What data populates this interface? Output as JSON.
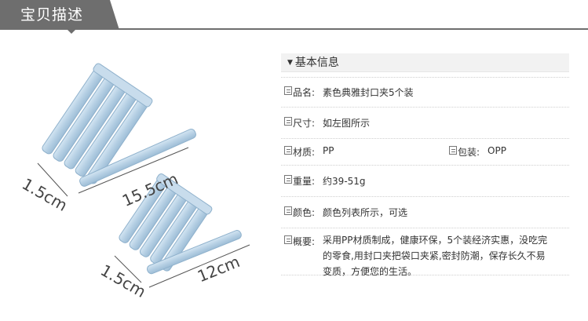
{
  "header": {
    "title": "宝贝描述"
  },
  "figure": {
    "large_clip": {
      "width_label": "1.5cm",
      "length_label": "15.5cm"
    },
    "small_clip": {
      "width_label": "1.5cm",
      "length_label": "12cm"
    }
  },
  "spec": {
    "title": "基本信息",
    "rows": {
      "name": {
        "key": "品名:",
        "value": "素色典雅封口夹5个装"
      },
      "size": {
        "key": "尺寸:",
        "value": "如左图所示"
      },
      "material": {
        "key": "材质:",
        "value": "PP"
      },
      "package": {
        "key": "包装:",
        "value": "OPP"
      },
      "weight": {
        "key": "重量:",
        "value": "约39-51g"
      },
      "color": {
        "key": "颜色:",
        "value": "颜色列表所示，可选"
      },
      "overview": {
        "key": "概要:",
        "value": "采用PP材质制成，健康环保，5个装经济实惠，没吃完的零食,用封口夹把袋口夹紧,密封防潮，保存长久不易变质，方便您的生活。"
      }
    }
  },
  "colors": {
    "clip_fill": "#b9d3e6",
    "clip_edge": "#8fb1cc",
    "header_bg": "#6e6e6e"
  }
}
